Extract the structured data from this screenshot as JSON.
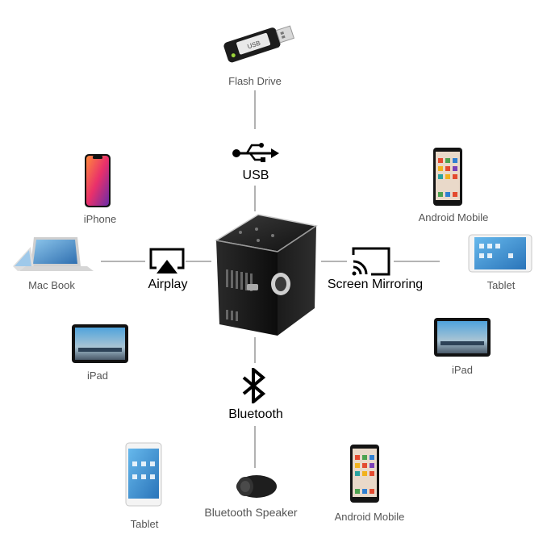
{
  "center": {
    "name": "projector"
  },
  "connections": {
    "usb": {
      "label": "USB",
      "icon": "usb-icon"
    },
    "airplay": {
      "label": "Airplay",
      "icon": "airplay-icon"
    },
    "screen_mirroring": {
      "label": "Screen Mirroring",
      "icon": "cast-icon"
    },
    "bluetooth": {
      "label": "Bluetooth",
      "icon": "bluetooth-icon"
    }
  },
  "devices": {
    "flash_drive": "Flash Drive",
    "iphone": "iPhone",
    "mac_book": "Mac Book",
    "ipad_left": "iPad",
    "android_top": "Android Mobile",
    "tablet_right": "Tablet",
    "ipad_right": "iPad",
    "tablet_bottom": "Tablet",
    "bt_speaker": "Bluetooth Speaker",
    "android_bottom": "Android Mobile"
  },
  "flash_drive_print": "USB",
  "colors": {
    "line": "#888888",
    "label": "#555555",
    "connector_label": "#000000",
    "device_dark": "#1a1a1a"
  }
}
